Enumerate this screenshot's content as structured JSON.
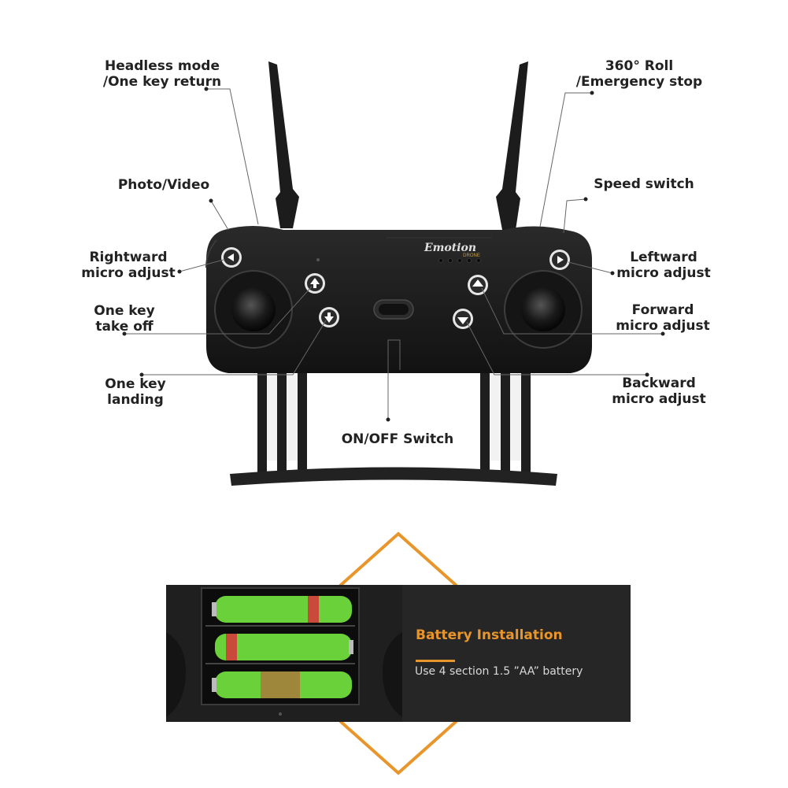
{
  "callouts": {
    "headless": [
      "Headless mode",
      "/One key return"
    ],
    "roll": [
      "360° Roll",
      "/Emergency stop"
    ],
    "photo_video": "Photo/Video",
    "speed_switch": "Speed switch",
    "rightward": [
      "Rightward",
      "micro adjust"
    ],
    "leftward": [
      "Leftward",
      "micro adjust"
    ],
    "take_off": [
      "One key",
      "take off"
    ],
    "forward": [
      "Forward",
      "micro adjust"
    ],
    "landing": [
      "One key",
      "landing"
    ],
    "backward": [
      "Backward",
      "micro adjust"
    ],
    "on_off": "ON/OFF Switch"
  },
  "brand": {
    "name": "Emotion",
    "sub": "DRONE"
  },
  "battery": {
    "title": "Battery Installation",
    "description": "Use 4 section 1.5 ”AA” battery"
  },
  "colors": {
    "accent": "#e8962b",
    "controller": "#1b1b1b",
    "battery_green": "#6ad13a",
    "leader_line": "#555555"
  }
}
